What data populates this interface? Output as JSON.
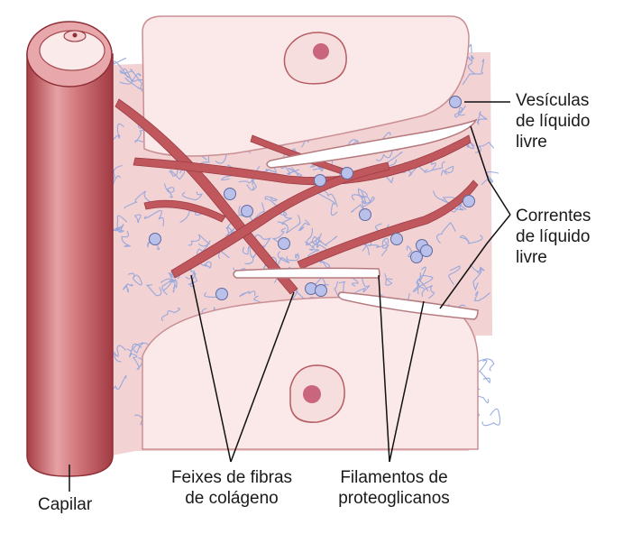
{
  "labels": {
    "vesiculas": [
      "Vesículas",
      "de líquido",
      "livre"
    ],
    "correntes": [
      "Correntes",
      "de líquido",
      "livre"
    ],
    "feixes": [
      "Feixes de fibras",
      "de colágeno"
    ],
    "filamentos": [
      "Filamentos de",
      "proteoglicanos"
    ],
    "capilar": "Capilar"
  },
  "colors": {
    "capillary": "#c25a5f",
    "capillary_dark": "#8e2f36",
    "cell_fill": "#fbe9e9",
    "cell_outline": "#c98f93",
    "tissue": "#f3d2d3",
    "filaments": "#8fa4dd",
    "collagen": "#c0575d",
    "vesicle": "#b9c1ea",
    "nucleus": "#c9667d",
    "line": "#111111"
  }
}
